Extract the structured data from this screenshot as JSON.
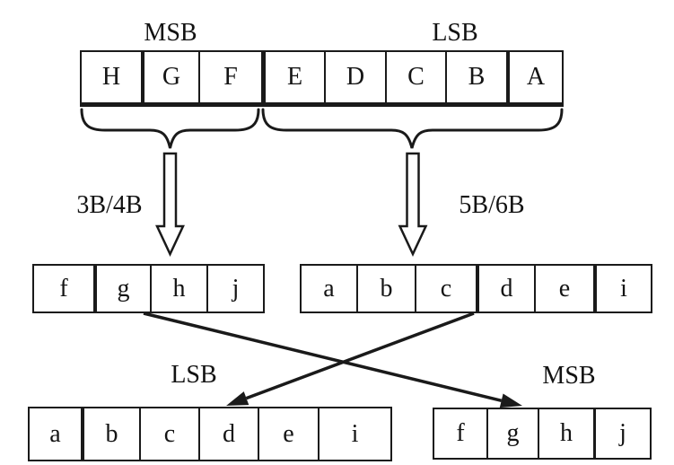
{
  "diagram": {
    "description": "8b/10b encoder bit mapping",
    "source_register": {
      "msb_label": "MSB",
      "lsb_label": "LSB",
      "bits": [
        "H",
        "G",
        "F",
        "E",
        "D",
        "C",
        "B",
        "A"
      ]
    },
    "encoders": {
      "left_label": "3B/4B",
      "right_label": "5B/6B"
    },
    "encoded_left": {
      "bits": [
        "f",
        "g",
        "h",
        "j"
      ]
    },
    "encoded_right": {
      "bits": [
        "a",
        "b",
        "c",
        "d",
        "e",
        "i"
      ]
    },
    "output_left": {
      "label": "LSB",
      "bits": [
        "a",
        "b",
        "c",
        "d",
        "e",
        "i"
      ]
    },
    "output_right": {
      "label": "MSB",
      "bits": [
        "f",
        "g",
        "h",
        "j"
      ]
    },
    "colors": {
      "ink": "#1a1a1a",
      "background": "#ffffff"
    }
  }
}
